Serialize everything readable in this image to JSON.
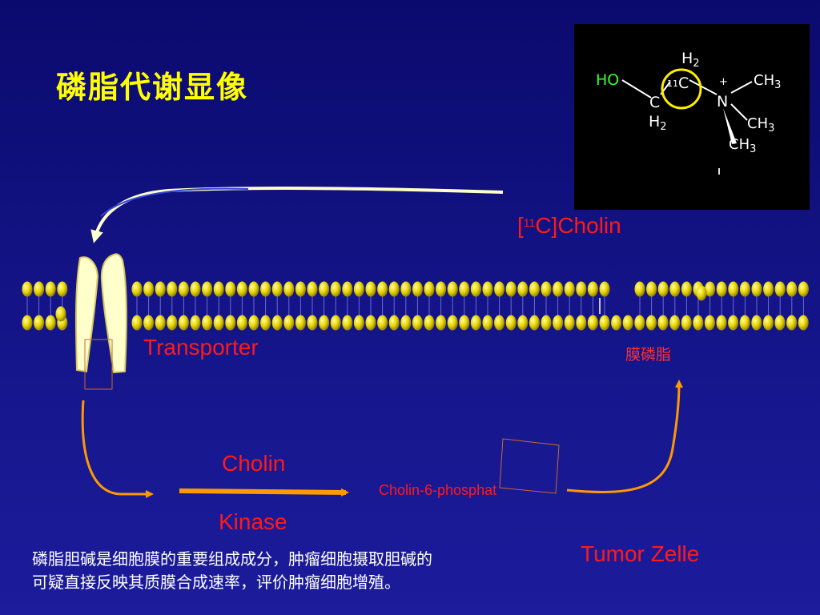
{
  "slide": {
    "title": "磷脂代谢显像",
    "tracer_label_prefix": "[",
    "tracer_label_super": "11",
    "tracer_label_suffix": "C]Cholin",
    "transporter_label": "Transporter",
    "membrane_label": "膜磷脂",
    "kinase_line1": "Cholin",
    "kinase_line2": "Kinase",
    "product_label": "Cholin-6-phosphat",
    "cell_label": "Tumor Zelle",
    "note_line1": "磷脂胆碱是细胞膜的重要组成成分，肿瘤细胞摄取胆碱的",
    "note_line2": "可疑直接反映其质膜合成速率，评价肿瘤细胞增殖。"
  },
  "molecule": {
    "ho": "HO",
    "h2_top": "H",
    "h2_top_sub": "2",
    "c11": "C",
    "c11_super": "11",
    "c_lower": "C",
    "h2_bottom": "H",
    "h2_bottom_sub": "2",
    "n": "N",
    "n_charge": "+",
    "ch3_a": "CH",
    "ch3_a_sub": "3",
    "ch3_b": "CH",
    "ch3_b_sub": "3",
    "ch3_c": "CH",
    "ch3_c_sub": "3"
  },
  "colors": {
    "background": "#141488",
    "title": "#ffff00",
    "label_red": "#ff1a1a",
    "arrow_orange": "#ff9900",
    "arrow_cream": "#ffffcc",
    "lipid_head": "#e6d200",
    "ho_green": "#33ff33",
    "highlight_circle": "#ffee00"
  }
}
